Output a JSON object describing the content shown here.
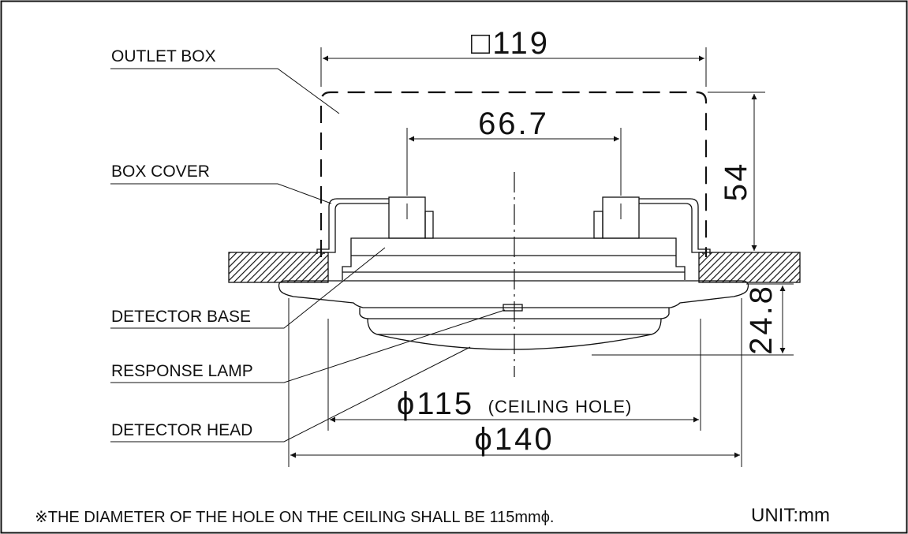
{
  "labels": {
    "outlet_box": "OUTLET BOX",
    "box_cover": "BOX COVER",
    "detector_base": "DETECTOR BASE",
    "response_lamp": "RESPONSE LAMP",
    "detector_head": "DETECTOR HEAD"
  },
  "dimensions": {
    "box_width": "□119",
    "terminal_spacing": "66.7",
    "box_depth": "54",
    "protrusion": "24.8",
    "hole_diameter": "ϕ115",
    "hole_caption": "(CEILING HOLE)",
    "head_diameter": "ϕ140"
  },
  "note": "※THE DIAMETER OF THE HOLE ON THE CEILING SHALL BE 115mmϕ.",
  "unit": "UNIT:mm"
}
